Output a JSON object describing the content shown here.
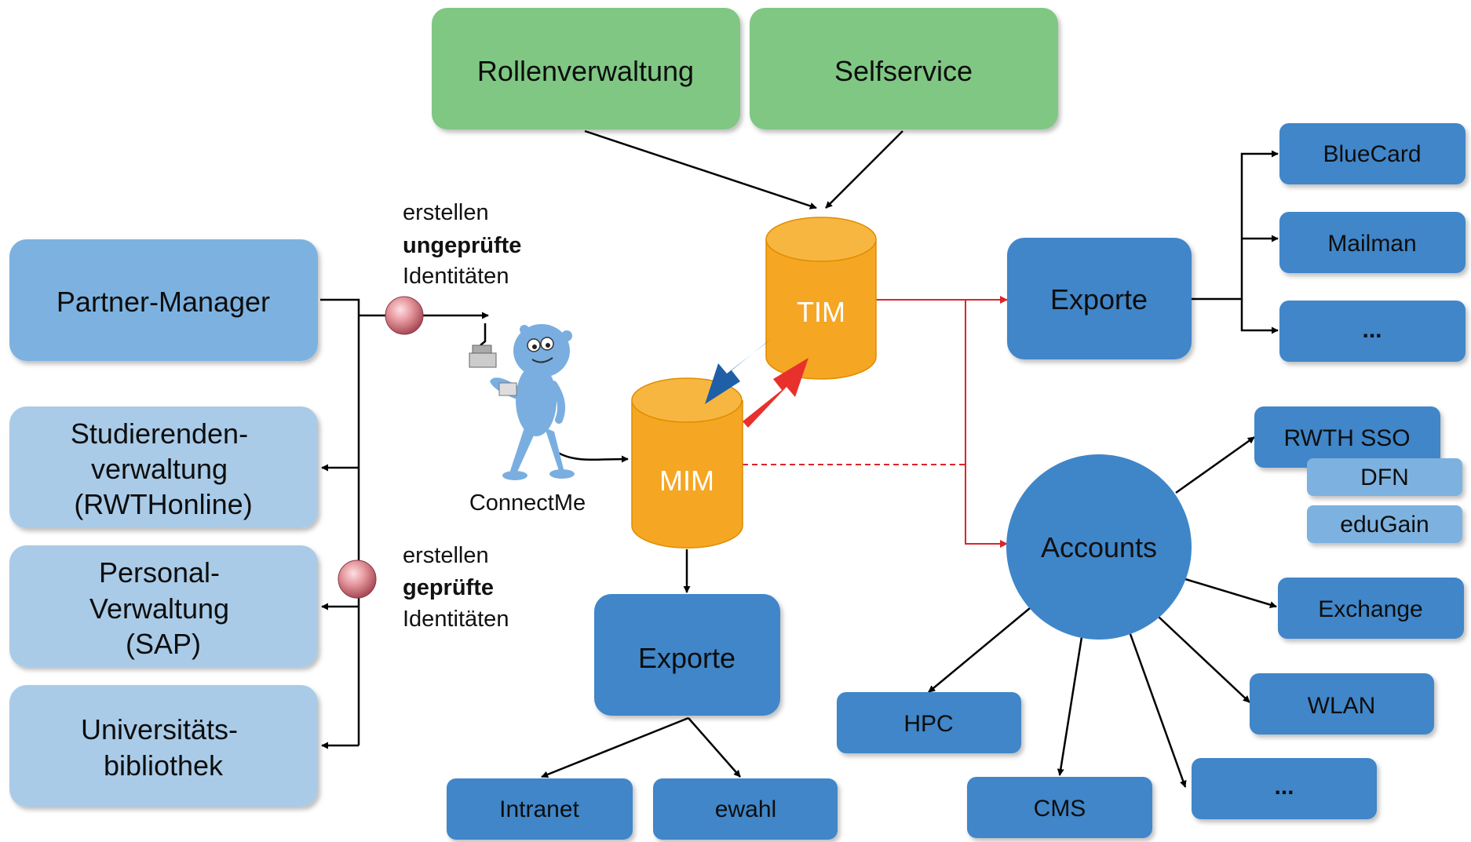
{
  "colors": {
    "green": "#7fc783",
    "blue": "#3f86c9",
    "light_blue": "#a9cbe8",
    "mid_blue": "#7db2e0",
    "orange": "#f5a623",
    "red": "#d9262b",
    "arrow_blue": "#1f5fa8",
    "arrow_red": "#e8312c"
  },
  "top": {
    "rollenverwaltung": "Rollenverwaltung",
    "selfservice": "Selfservice"
  },
  "sources": {
    "partner_manager": "Partner-Manager",
    "studierenden": [
      "Studierenden-",
      "verwaltung",
      "(RWTHonline)"
    ],
    "personal": [
      "Personal-",
      "Verwaltung",
      "(SAP)"
    ],
    "bibliothek": [
      "Universitäts-",
      "bibliothek"
    ]
  },
  "annotations": {
    "ungeprueft": [
      "erstellen",
      "ungeprüfte",
      "Identitäten"
    ],
    "geprueft": [
      "erstellen",
      "geprüfte",
      "Identitäten"
    ],
    "connectme": "ConnectMe"
  },
  "databases": {
    "tim": "TIM",
    "mim": "MIM"
  },
  "exports_tim": {
    "label": "Exporte",
    "targets": [
      "BlueCard",
      "Mailman",
      "..."
    ]
  },
  "exports_mim": {
    "label": "Exporte",
    "targets": [
      "Intranet",
      "ewahl"
    ]
  },
  "accounts": {
    "label": "Accounts",
    "targets": {
      "rwth_sso": "RWTH SSO",
      "dfn": "DFN",
      "edugain": "eduGain",
      "exchange": "Exchange",
      "wlan": "WLAN",
      "hpc": "HPC",
      "cms": "CMS",
      "more": "..."
    }
  }
}
